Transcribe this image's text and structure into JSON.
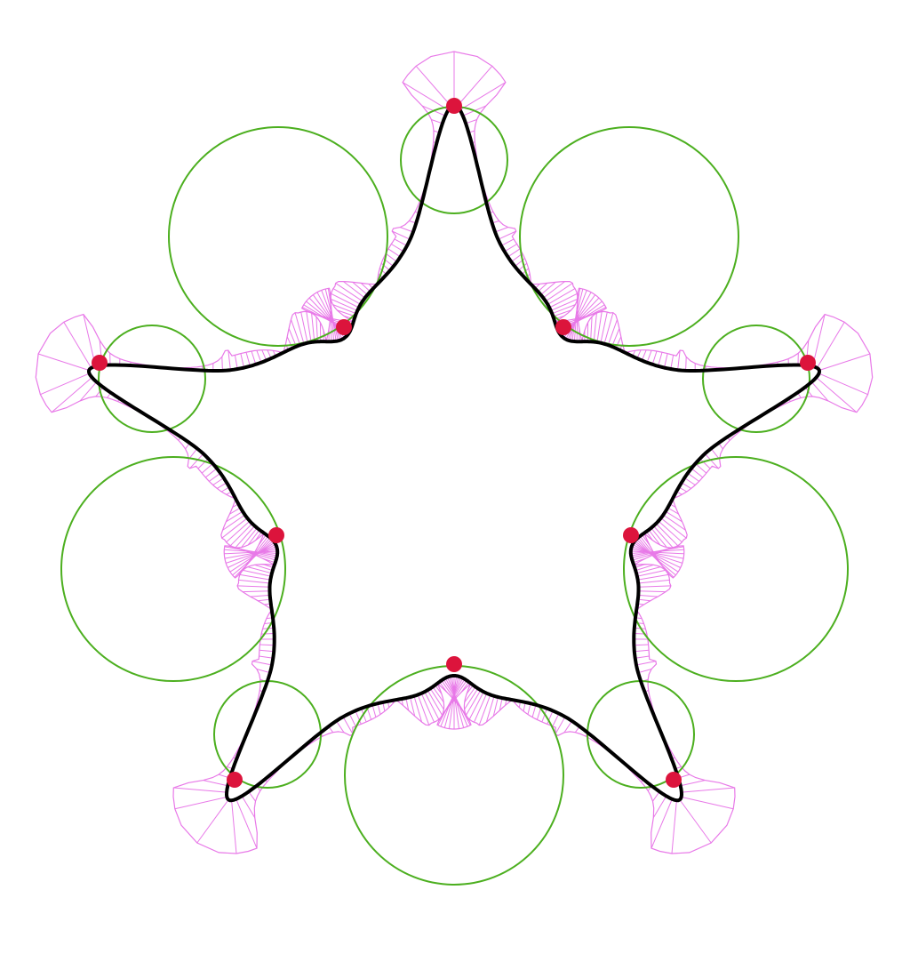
{
  "diagram": {
    "kind": "closed curve with curvature comb and osculating circles",
    "colors": {
      "background": "#ffffff",
      "curve": "#000000",
      "comb": "#e879e8",
      "osculating_circles": "#4caf1f",
      "control_points": "#dc143c"
    },
    "control_point_count": 10,
    "osculating_circle_count": 10
  }
}
